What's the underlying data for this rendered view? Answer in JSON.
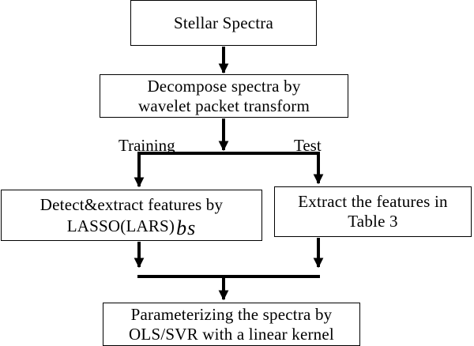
{
  "nodes": {
    "stellar": {
      "line1": "Stellar Spectra"
    },
    "decompose": {
      "line1": "Decompose spectra by",
      "line2": "wavelet packet transform"
    },
    "detect": {
      "line1": "Detect&extract features by",
      "line2_main": "LASSO(LARS)",
      "line2_sub": "bs"
    },
    "extract": {
      "line1": "Extract the features in",
      "line2": "Table 3"
    },
    "param": {
      "line1": "Parameterizing the spectra by",
      "line2": "OLS/SVR with a linear kernel"
    }
  },
  "edge_labels": {
    "training": "Training",
    "test": "Test"
  }
}
